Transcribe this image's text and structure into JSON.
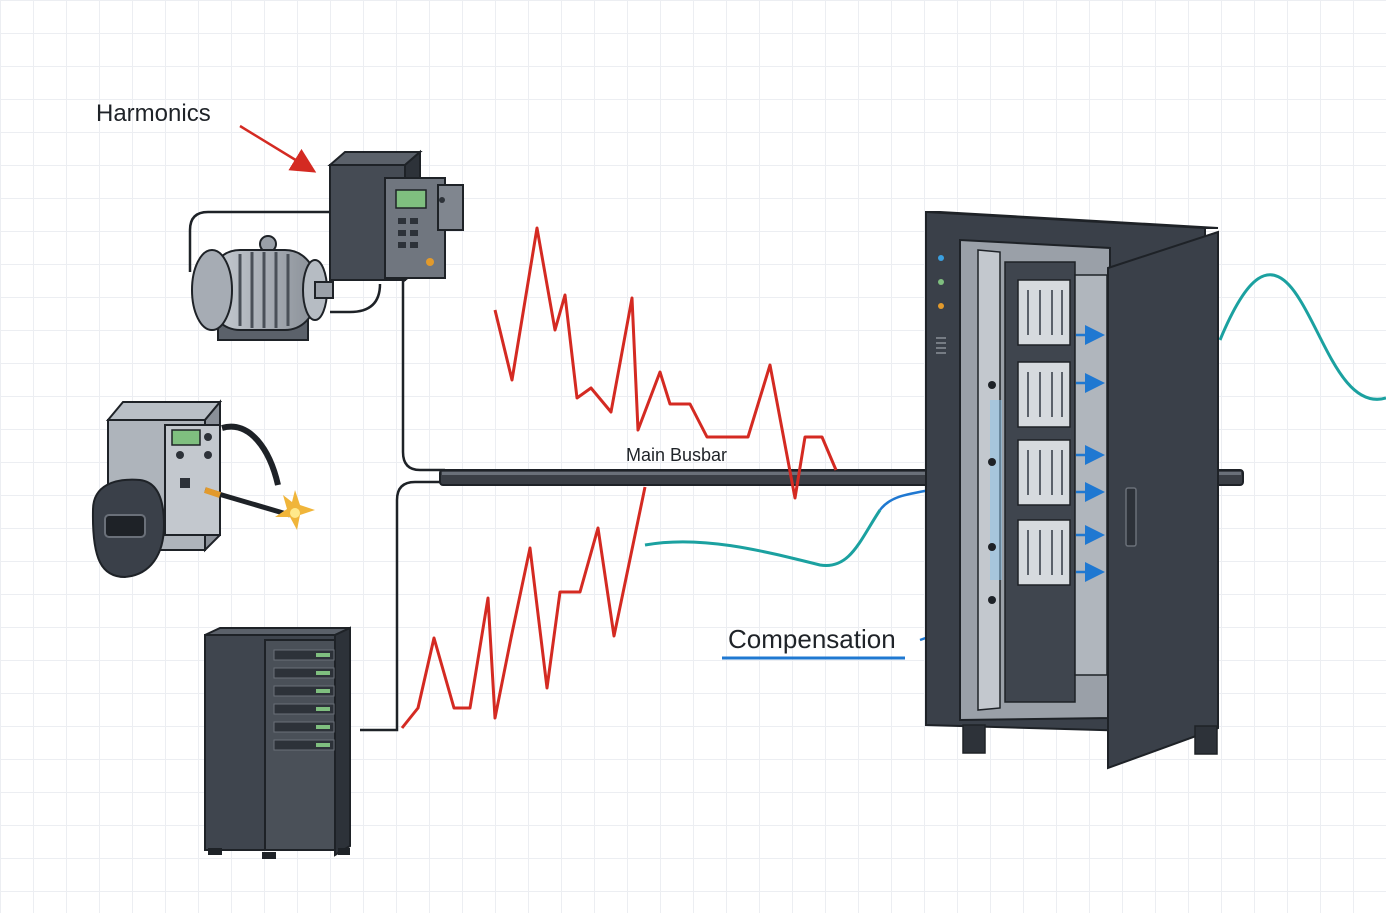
{
  "labels": {
    "harmonics": "Harmonics",
    "main_busbar": "Main Busbar",
    "compensation": "Compensation"
  },
  "colors": {
    "harmonic_wave": "#d42a22",
    "compensation_current": "#1f78d1",
    "clean_wave": "#1ba1a0",
    "equipment_dark": "#3a4049",
    "busbar": "#3b3f46",
    "display_green": "#7fbf7f"
  },
  "devices": [
    {
      "id": "vfd",
      "icon": "variable-frequency-drive-icon"
    },
    {
      "id": "motor",
      "icon": "electric-motor-icon"
    },
    {
      "id": "welder",
      "icon": "welding-machine-icon"
    },
    {
      "id": "server",
      "icon": "server-rack-icon"
    },
    {
      "id": "filter",
      "icon": "active-harmonic-filter-cabinet-icon"
    }
  ]
}
